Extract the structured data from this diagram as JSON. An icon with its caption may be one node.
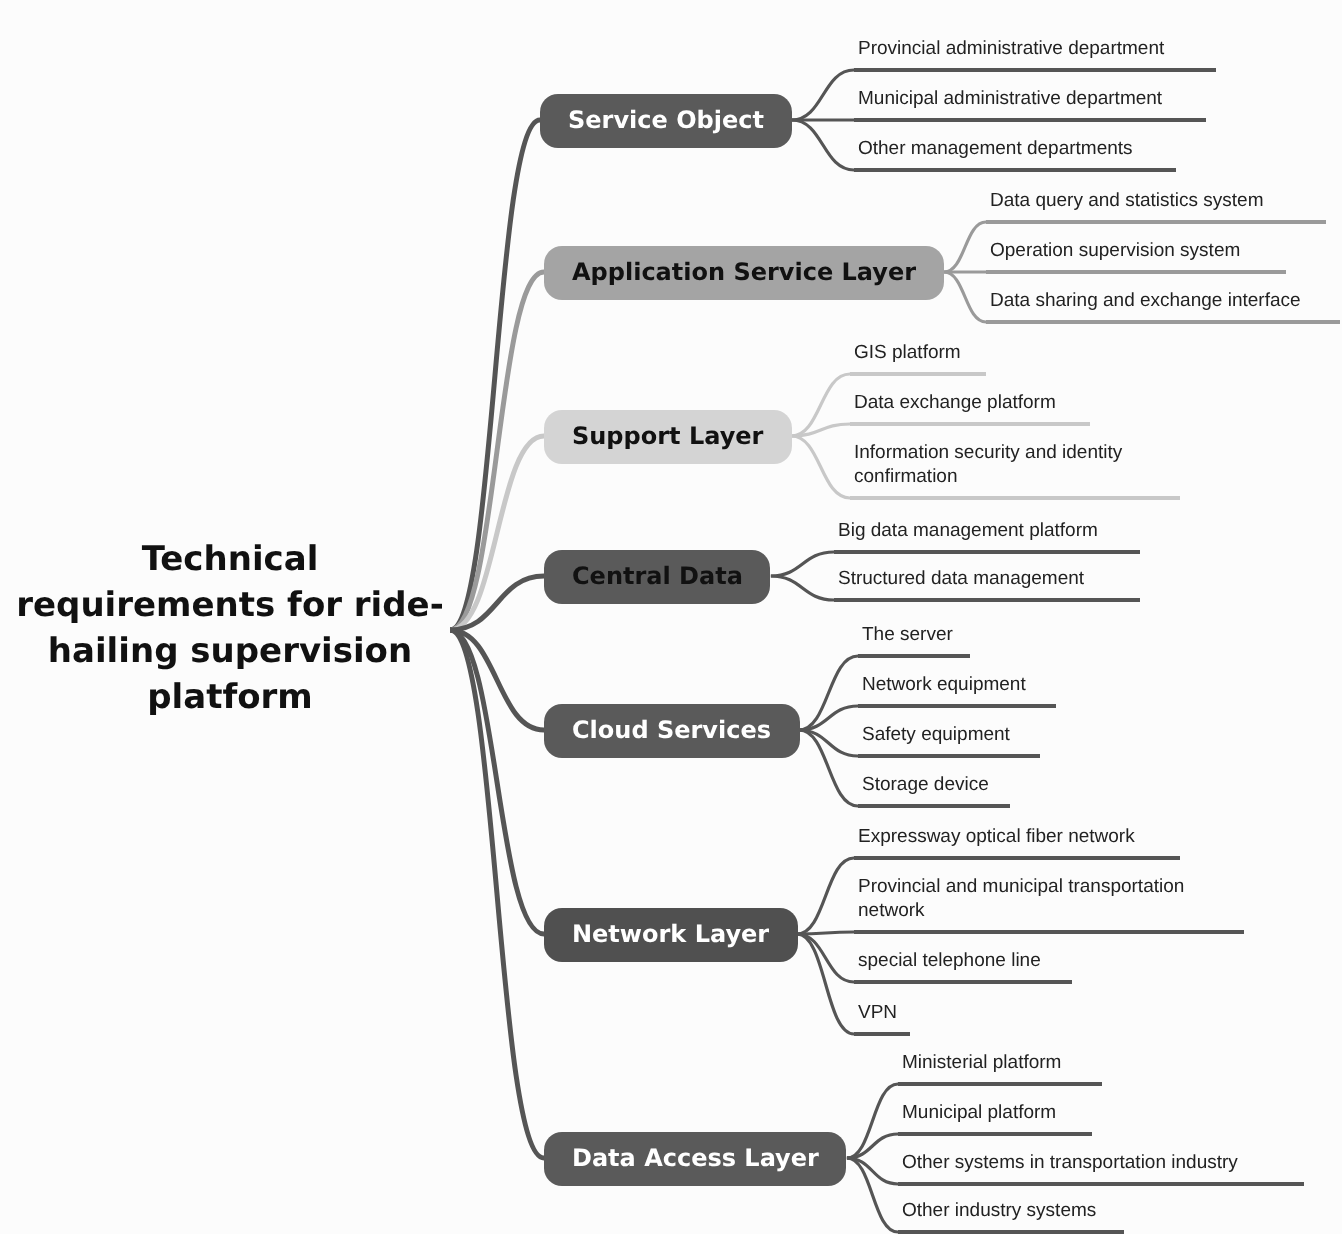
{
  "diagram": {
    "nodes": [
      {
        "text": [
          "Technical requirements for ride-hailing supervision platform"
        ]
      },
      {
        "text": [
          "Service Object"
        ]
      },
      {
        "text": [
          "Provincial administrative department"
        ]
      },
      {
        "text": [
          "Municipal administrative department"
        ]
      },
      {
        "text": [
          "Other management departments"
        ]
      },
      {
        "text": [
          "Application Service Layer"
        ]
      },
      {
        "text": [
          "Data query and statistics system"
        ]
      },
      {
        "text": [
          "Operation supervision system"
        ]
      },
      {
        "text": [
          "Data sharing and exchange interface"
        ]
      },
      {
        "text": [
          "Support Layer"
        ]
      },
      {
        "text": [
          "GIS platform"
        ]
      },
      {
        "text": [
          "Data exchange platform"
        ]
      },
      {
        "text": [
          "Information security and identity confirmation"
        ]
      },
      {
        "text": [
          "Central Data"
        ]
      },
      {
        "text": [
          "Big data management platform"
        ]
      },
      {
        "text": [
          "Structured data management"
        ]
      },
      {
        "text": [
          "Cloud Services"
        ]
      },
      {
        "text": [
          "The server"
        ]
      },
      {
        "text": [
          "Network equipment"
        ]
      },
      {
        "text": [
          "Safety equipment"
        ]
      },
      {
        "text": [
          "Storage device"
        ]
      },
      {
        "text": [
          "Network Layer"
        ]
      },
      {
        "text": [
          "Expressway optical fiber network"
        ]
      },
      {
        "text": [
          "Provincial and municipal transportation network"
        ]
      },
      {
        "text": [
          "special telephone line"
        ]
      },
      {
        "text": [
          "VPN"
        ]
      },
      {
        "text": [
          "Data Access Layer"
        ]
      },
      {
        "text": [
          "Ministerial platform"
        ]
      },
      {
        "text": [
          "Municipal platform"
        ]
      },
      {
        "text": [
          "Other systems in transportation industry"
        ]
      },
      {
        "text": [
          "Other industry systems"
        ]
      }
    ],
    "edges": [
      {
        "from": 0,
        "to": 1,
        "arrow": "none"
      },
      {
        "from": 1,
        "to": 2,
        "arrow": "none"
      },
      {
        "from": 1,
        "to": 3,
        "arrow": "none"
      },
      {
        "from": 1,
        "to": 4,
        "arrow": "none"
      },
      {
        "from": 0,
        "to": 5,
        "arrow": "none",
        "color": "#9a9a9a"
      },
      {
        "from": 5,
        "to": 6,
        "arrow": "none",
        "color": "#9a9a9a"
      },
      {
        "from": 5,
        "to": 7,
        "arrow": "none",
        "color": "#9a9a9a"
      },
      {
        "from": 5,
        "to": 8,
        "arrow": "none",
        "color": "#9a9a9a"
      },
      {
        "from": 0,
        "to": 9,
        "arrow": "none",
        "color": "#c8c8c8"
      },
      {
        "from": 9,
        "to": 10,
        "arrow": "none",
        "color": "#c8c8c8"
      },
      {
        "from": 9,
        "to": 11,
        "arrow": "none",
        "color": "#c8c8c8"
      },
      {
        "from": 9,
        "to": 12,
        "arrow": "none",
        "color": "#c8c8c8"
      },
      {
        "from": 0,
        "to": 13,
        "arrow": "none"
      },
      {
        "from": 13,
        "to": 14,
        "arrow": "none"
      },
      {
        "from": 13,
        "to": 15,
        "arrow": "none"
      },
      {
        "from": 0,
        "to": 16,
        "arrow": "none"
      },
      {
        "from": 16,
        "to": 17,
        "arrow": "none"
      },
      {
        "from": 16,
        "to": 18,
        "arrow": "none"
      },
      {
        "from": 16,
        "to": 19,
        "arrow": "none"
      },
      {
        "from": 16,
        "to": 20,
        "arrow": "none"
      },
      {
        "from": 0,
        "to": 21,
        "arrow": "none"
      },
      {
        "from": 21,
        "to": 22,
        "arrow": "none"
      },
      {
        "from": 21,
        "to": 23,
        "arrow": "none"
      },
      {
        "from": 21,
        "to": 24,
        "arrow": "none"
      },
      {
        "from": 21,
        "to": 25,
        "arrow": "none"
      },
      {
        "from": 0,
        "to": 26,
        "arrow": "none"
      },
      {
        "from": 26,
        "to": 27,
        "arrow": "none"
      },
      {
        "from": 26,
        "to": 28,
        "arrow": "none"
      },
      {
        "from": 26,
        "to": 29,
        "arrow": "none"
      },
      {
        "from": 26,
        "to": 30,
        "arrow": "none"
      }
    ]
  }
}
